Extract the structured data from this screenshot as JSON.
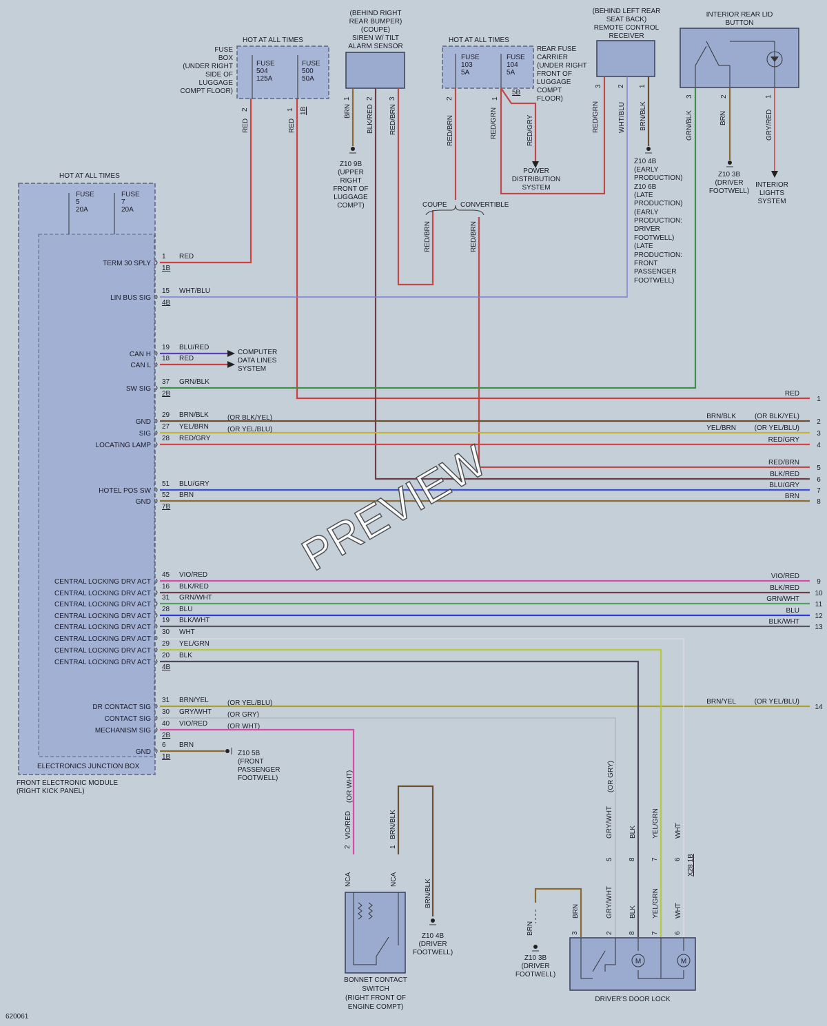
{
  "watermark": "PREVIEW",
  "diagram_id": "620061",
  "fem": {
    "module": "ELECTRONICS JUNCTION BOX",
    "title": "FRONT ELECTRONIC MODULE",
    "location": "(RIGHT KICK PANEL)",
    "hot": "HOT AT ALL TIMES",
    "fuse_a": [
      "FUSE",
      "5",
      "20A"
    ],
    "fuse_b": [
      "FUSE",
      "7",
      "20A"
    ]
  },
  "fuse_box": {
    "hot": "HOT AT ALL TIMES",
    "label": [
      "FUSE",
      "BOX",
      "(UNDER RIGHT",
      "SIDE OF",
      "LUGGAGE",
      "COMPT FLOOR)"
    ],
    "fuse_a": [
      "FUSE",
      "504",
      "125A"
    ],
    "fuse_b": [
      "FUSE",
      "500",
      "50A"
    ]
  },
  "fuse_carrier": {
    "hot": "HOT AT ALL TIMES",
    "label": [
      "REAR FUSE",
      "CARRIER",
      "(UNDER RIGHT",
      "FRONT OF",
      "LUGGAGE",
      "COMPT",
      "FLOOR)"
    ],
    "fuse_a": [
      "FUSE",
      "103",
      "5A"
    ],
    "fuse_b": [
      "FUSE",
      "104",
      "5A"
    ],
    "conn": "5B"
  },
  "siren": {
    "label": [
      "(BEHIND RIGHT",
      "REAR BUMPER)",
      "(COUPE)",
      "SIREN W/ TILT",
      "ALARM SENSOR"
    ]
  },
  "receiver": {
    "label": [
      "(BEHIND LEFT REAR",
      "SEAT BACK)",
      "REMOTE CONTROL",
      "RECEIVER"
    ]
  },
  "rear_lid": {
    "label": [
      "INTERIOR REAR LID",
      "BUTTON"
    ]
  },
  "grounds": {
    "z109b": [
      "Z10 9B",
      "(UPPER",
      "RIGHT",
      "FRONT OF",
      "LUGGAGE",
      "COMPT)"
    ],
    "z104b_top": [
      "Z10 4B",
      "(EARLY",
      "PRODUCTION)",
      "Z10 6B",
      "(LATE",
      "PRODUCTION)",
      "(EARLY",
      "PRODUCTION:",
      "DRIVER",
      "FOOTWELL)",
      "(LATE",
      "PRODUCTION:",
      "FRONT",
      "PASSENGER",
      "FOOTWELL)"
    ],
    "z103b_top": [
      "Z10 3B",
      "(DRIVER",
      "FOOTWELL)"
    ],
    "z105b": [
      "Z10 5B",
      "(FRONT",
      "PASSENGER",
      "FOOTWELL)"
    ],
    "z104b_bonnet": [
      "Z10 4B",
      "(DRIVER",
      "FOOTWELL)"
    ],
    "z103b_door": [
      "Z10 3B",
      "(DRIVER",
      "FOOTWELL)"
    ]
  },
  "refs": {
    "power": [
      "POWER",
      "DISTRIBUTION",
      "SYSTEM"
    ],
    "interior": [
      "INTERIOR",
      "LIGHTS",
      "SYSTEM"
    ],
    "computer": [
      "COMPUTER",
      "DATA LINES",
      "SYSTEM"
    ],
    "coupe": "COUPE",
    "convertible": "CONVERTIBLE"
  },
  "bonnet": {
    "label": [
      "BONNET CONTACT",
      "SWITCH",
      "(RIGHT FRONT OF",
      "ENGINE COMPT)"
    ],
    "nca": "NCA",
    "or_wht": "(OR WHT)"
  },
  "door_lock": {
    "label": "DRIVER'S DOOR LOCK",
    "conn": "X28 1B",
    "or_gry": "(OR GRY)",
    "motor": "M"
  },
  "vert_wires": {
    "red2": "RED",
    "red1": "RED",
    "pin1b": "1B",
    "brn1": "BRN",
    "blkred2": "BLK/RED",
    "redbrn3": "RED/BRN",
    "redbrn_f103": "RED/BRN",
    "redgrn_f104": "RED/GRN",
    "redgry": "RED/GRY",
    "redgrn3": "RED/GRN",
    "whtblu2": "WHT/BLU",
    "brnblk1": "BRN/BLK",
    "grnblk3": "GRN/BLK",
    "brn2": "BRN",
    "gryred1": "GRY/RED",
    "coupe_redbrn": "RED/BRN",
    "conv_redbrn": "RED/BRN",
    "vio": "VIO/RED",
    "brnblk_bonnet": "BRN/BLK",
    "brnblk_gnd": "BRN/BLK",
    "grywht": "GRY/WHT",
    "blk": "BLK",
    "yelgrn": "YEL/GRN",
    "wht": "WHT",
    "brn_door": "BRN"
  },
  "pins": [
    {
      "name": "TERM 30 SPLY",
      "pin": "1",
      "color": "RED",
      "conn": "1B"
    },
    {
      "name": "LIN BUS SIG",
      "pin": "15",
      "color": "WHT/BLU",
      "conn": "4B"
    },
    {
      "name": "CAN H",
      "pin": "19",
      "color": "BLU/RED"
    },
    {
      "name": "CAN L",
      "pin": "18",
      "color": "RED"
    },
    {
      "name": "SW SIG",
      "pin": "37",
      "color": "GRN/BLK",
      "conn": "2B"
    },
    {
      "name": "GND",
      "pin": "29",
      "color": "BRN/BLK",
      "alt": "(OR BLK/YEL)"
    },
    {
      "name": "SIG",
      "pin": "27",
      "color": "YEL/BRN",
      "alt": "(OR YEL/BLU)"
    },
    {
      "name": "LOCATING LAMP",
      "pin": "28",
      "color": "RED/GRY"
    },
    {
      "name": "HOTEL POS SW",
      "pin": "51",
      "color": "BLU/GRY"
    },
    {
      "name": "GND",
      "pin": "52",
      "color": "BRN",
      "conn": "7B"
    },
    {
      "name": "CENTRAL LOCKING DRV ACT",
      "pin": "45",
      "color": "VIO/RED"
    },
    {
      "name": "CENTRAL LOCKING DRV ACT",
      "pin": "16",
      "color": "BLK/RED"
    },
    {
      "name": "CENTRAL LOCKING DRV ACT",
      "pin": "31",
      "color": "GRN/WHT"
    },
    {
      "name": "CENTRAL LOCKING DRV ACT",
      "pin": "28",
      "color": "BLU"
    },
    {
      "name": "CENTRAL LOCKING DRV ACT",
      "pin": "19",
      "color": "BLK/WHT"
    },
    {
      "name": "CENTRAL LOCKING DRV ACT",
      "pin": "30",
      "color": "WHT"
    },
    {
      "name": "CENTRAL LOCKING DRV ACT",
      "pin": "29",
      "color": "YEL/GRN"
    },
    {
      "name": "CENTRAL LOCKING DRV ACT",
      "pin": "20",
      "color": "BLK",
      "conn": "4B"
    },
    {
      "name": "DR CONTACT SIG",
      "pin": "31",
      "color": "BRN/YEL",
      "alt": "(OR YEL/BLU)"
    },
    {
      "name": "CONTACT SIG",
      "pin": "30",
      "color": "GRY/WHT",
      "alt": "(OR GRY)"
    },
    {
      "name": "MECHANISM SIG",
      "pin": "40",
      "color": "VIO/RED",
      "alt": "(OR WHT)",
      "conn": "2B"
    },
    {
      "name": "GND",
      "pin": "6",
      "color": "BRN",
      "conn": "1B"
    }
  ],
  "exits": [
    {
      "num": "1",
      "color": "RED"
    },
    {
      "num": "2",
      "color": "BRN/BLK",
      "alt": "(OR BLK/YEL)"
    },
    {
      "num": "3",
      "color": "YEL/BRN",
      "alt": "(OR YEL/BLU)"
    },
    {
      "num": "4",
      "color": "RED/GRY"
    },
    {
      "num": "5",
      "color": "RED/BRN"
    },
    {
      "num": "6",
      "color": "BLK/RED"
    },
    {
      "num": "7",
      "color": "BLU/GRY"
    },
    {
      "num": "8",
      "color": "BRN"
    },
    {
      "num": "9",
      "color": "VIO/RED"
    },
    {
      "num": "10",
      "color": "BLK/RED"
    },
    {
      "num": "11",
      "color": "GRN/WHT"
    },
    {
      "num": "12",
      "color": "BLU"
    },
    {
      "num": "13",
      "color": "BLK/WHT"
    },
    {
      "num": "14",
      "color": "BRN/YEL",
      "alt": "(OR YEL/BLU)"
    }
  ],
  "pin_nums": {
    "fb2": "2",
    "fb1": "1",
    "s1": "1",
    "s2": "2",
    "s3": "3",
    "fc2": "2",
    "fc1": "1",
    "rc3": "3",
    "rc2": "2",
    "rc1": "1",
    "rl3": "3",
    "rl2": "2",
    "rl1": "1",
    "bn2": "2",
    "bn1": "1",
    "d3": "3",
    "d2": "2",
    "d8": "8",
    "d7": "7",
    "d6": "6",
    "x5": "5",
    "x8": "8",
    "x7": "7",
    "x6": "6"
  }
}
